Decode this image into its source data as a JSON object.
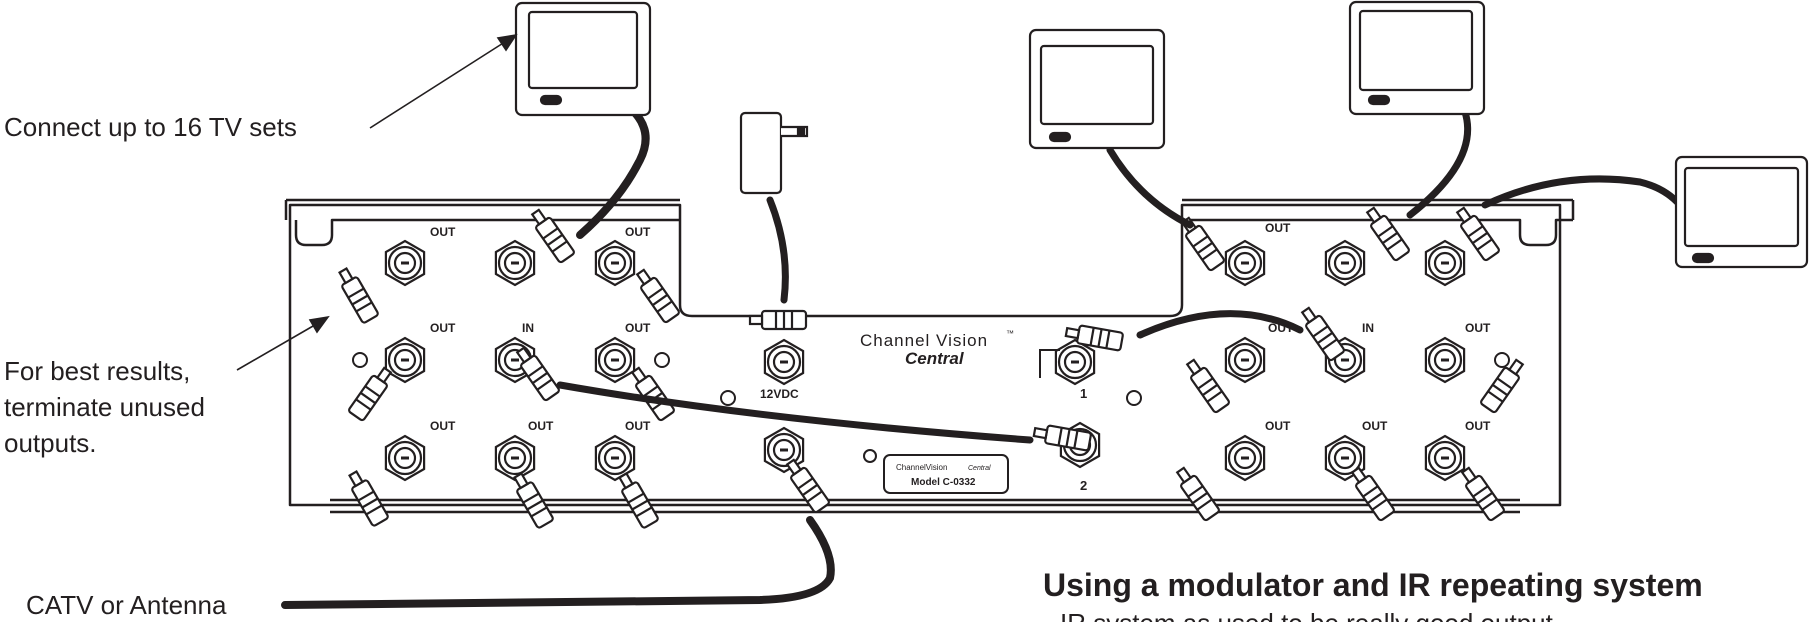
{
  "annotations": {
    "connect_tvs": "Connect up to 16 TV sets",
    "terminate_line1": "For best results,",
    "terminate_line2": "terminate unused",
    "terminate_line3": "outputs.",
    "catv": "CATV or Antenna"
  },
  "section": {
    "heading": "Using a modulator and IR repeating system",
    "subtext_partial": "IR system as used to be really good output"
  },
  "device": {
    "brand": "Channel Vision",
    "brand_script": "Central",
    "model_brand": "ChannelVision",
    "model_script": "Central",
    "model": "Model C-0332",
    "power_label": "12VDC",
    "trademark": "™"
  },
  "ports": {
    "out": "OUT",
    "in": "IN",
    "port1": "1",
    "port2": "2"
  },
  "colors": {
    "ink": "#231f20",
    "panel": "#ffffff",
    "cable": "#231f20"
  }
}
